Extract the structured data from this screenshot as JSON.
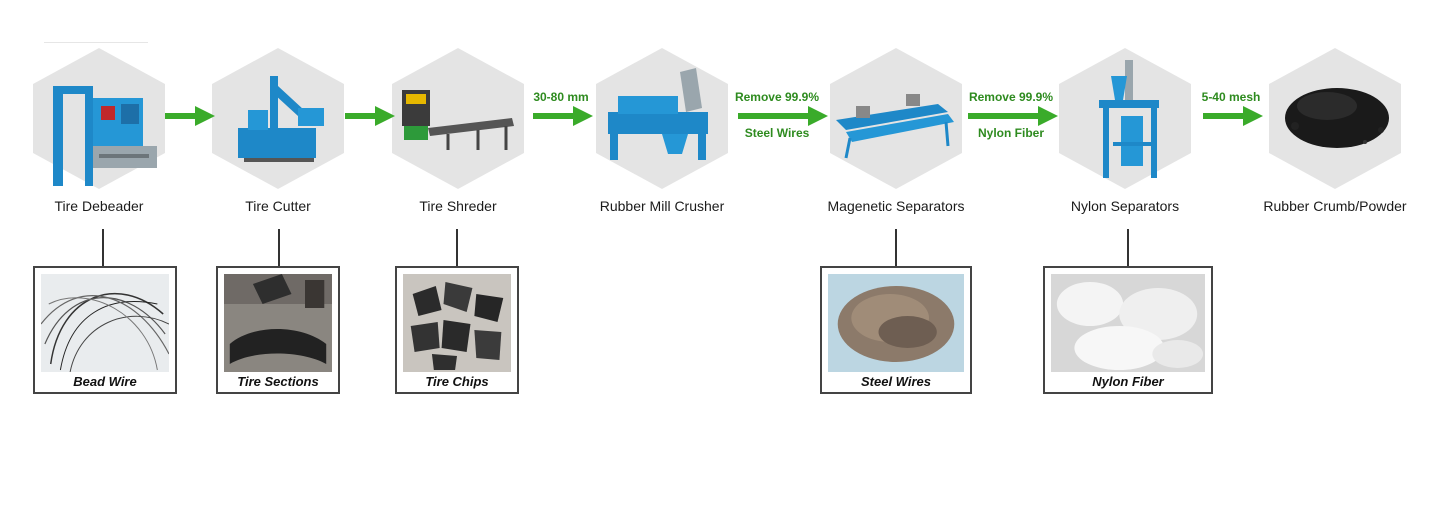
{
  "stages": [
    {
      "id": "tire-debeader",
      "label": "Tire Debeader"
    },
    {
      "id": "tire-cutter",
      "label": "Tire Cutter"
    },
    {
      "id": "tire-shreder",
      "label": "Tire Shreder"
    },
    {
      "id": "rubber-mill-crusher",
      "label": "Rubber Mill Crusher"
    },
    {
      "id": "magenetic-separators",
      "label": "Magenetic Separators"
    },
    {
      "id": "nylon-separators",
      "label": "Nylon Separators"
    },
    {
      "id": "rubber-crumb-powder",
      "label": "Rubber Crumb/Powder"
    }
  ],
  "arrows": [
    {
      "top_text": "",
      "bottom_text": ""
    },
    {
      "top_text": "",
      "bottom_text": ""
    },
    {
      "top_text": "30-80 mm",
      "bottom_text": ""
    },
    {
      "top_text": "Remove 99.9%",
      "bottom_text": "Steel Wires"
    },
    {
      "top_text": "Remove 99.9%",
      "bottom_text": "Nylon Fiber"
    },
    {
      "top_text": "5-40 mesh",
      "bottom_text": ""
    }
  ],
  "byproducts": [
    {
      "label": "Bead Wire"
    },
    {
      "label": "Tire Sections"
    },
    {
      "label": "Tire Chips"
    },
    {
      "label": "Steel Wires"
    },
    {
      "label": "Nylon Fiber"
    }
  ],
  "colors": {
    "arrow": "#3aab2a",
    "hexagon": "#e4e4e4",
    "machine": "#1e88c8",
    "label_green": "#2e8b1f"
  }
}
